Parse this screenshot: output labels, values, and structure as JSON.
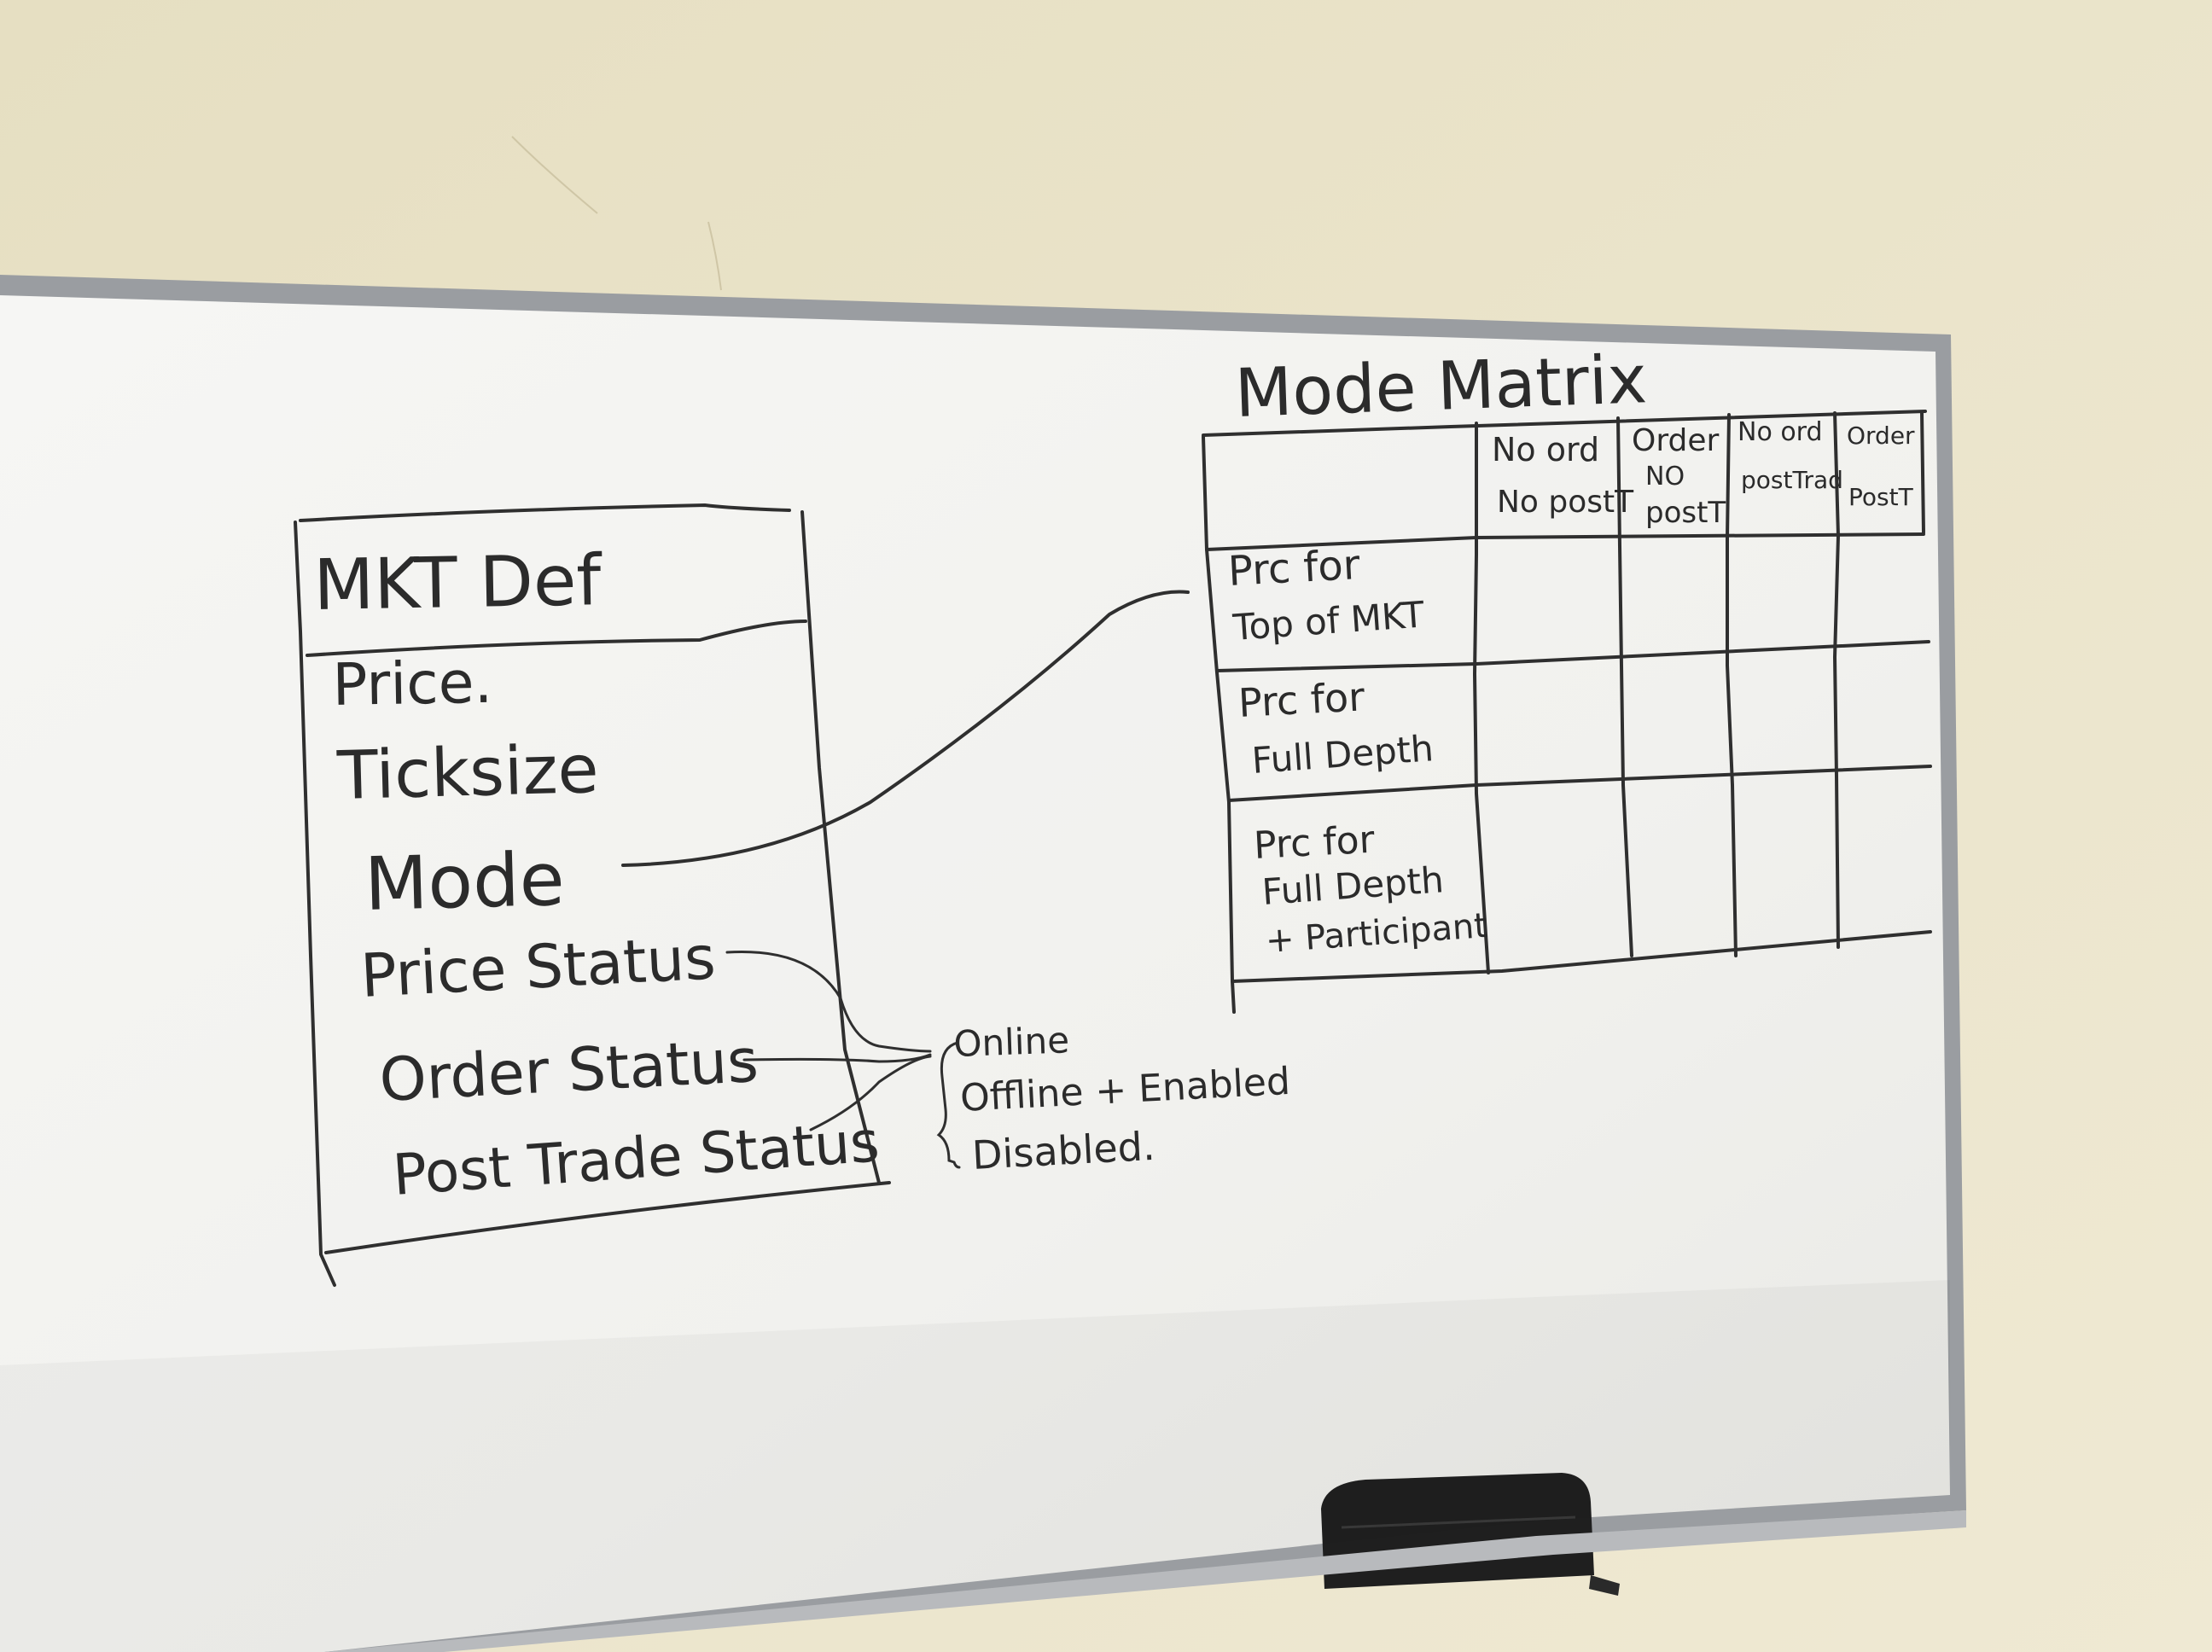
{
  "scene": {
    "description_kind": "whiteboard photo"
  },
  "colors": {
    "wall": "#ebe4c9",
    "whiteboard": "#f3f3f1",
    "frame": "#8f9296",
    "ink": "#2b2b2b",
    "eraser": "#1f1f1f"
  },
  "mkt_def": {
    "title": "MKT Def",
    "fields": [
      "Price.",
      "Ticksize",
      "Mode",
      "Price Status",
      "Order Status",
      "Post Trade Status"
    ]
  },
  "status_values": [
    "Online",
    "Offline + Enabled",
    "Disabled."
  ],
  "mode_matrix": {
    "title": "Mode Matrix",
    "columns": [
      [
        "No ord",
        "No postT"
      ],
      [
        "Order",
        "NO",
        "postT"
      ],
      [
        "No ord",
        "postTrad"
      ],
      [
        "Order",
        "PostT"
      ]
    ],
    "rows": [
      [
        "Prc for",
        "Top of MKT"
      ],
      [
        "Prc for",
        "Full Depth"
      ],
      [
        "Prc for",
        "Full Depth",
        "+ Participant"
      ]
    ]
  }
}
